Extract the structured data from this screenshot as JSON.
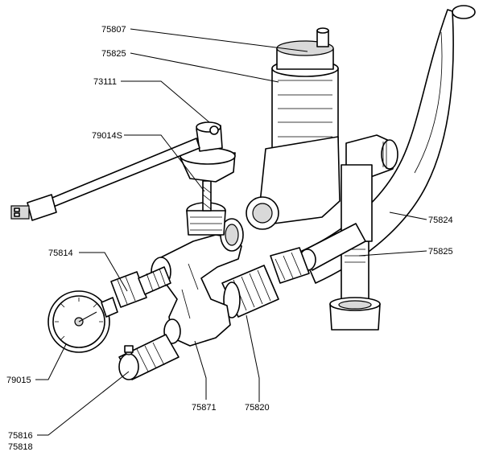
{
  "callouts": {
    "part_75807": "75807",
    "part_75825_top": "75825",
    "part_73111": "73111",
    "part_79014S": "79014S",
    "part_75814": "75814",
    "part_75824": "75824",
    "part_75825_right": "75825",
    "part_79015": "79015",
    "part_75871": "75871",
    "part_75820": "75820",
    "part_75816": "75816",
    "part_75818": "75818"
  },
  "colors": {
    "line": "#000000",
    "background": "#ffffff",
    "shading": "#d9d9d9"
  }
}
